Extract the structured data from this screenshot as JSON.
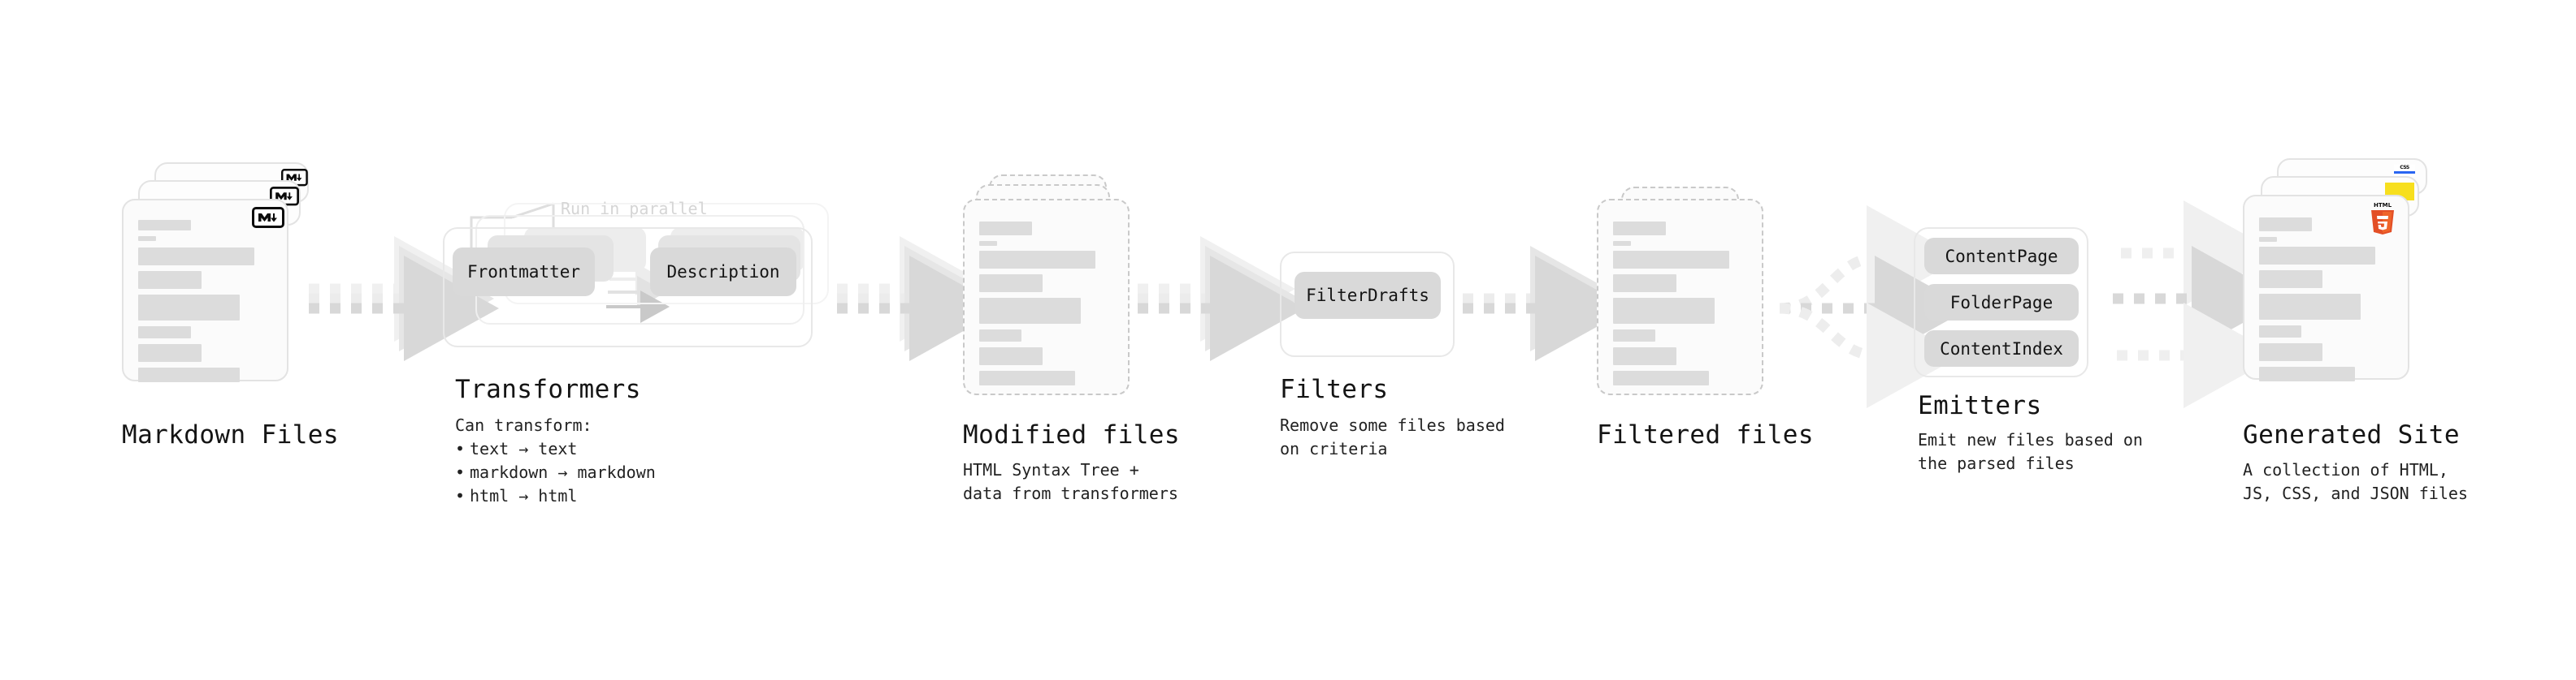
{
  "diagram": {
    "background_color": "#ffffff",
    "accent_colors": {
      "bar_gray": "#dcdcdc",
      "pill_gray": "#d9d9d9",
      "arrow_gray": "#d8d8d8",
      "card_border": "#e3e3e3",
      "dashed_border": "#c9c9c9",
      "text": "#141414",
      "muted_text": "#d5d5d5",
      "html5_orange": "#e34f26",
      "js_yellow": "#f7df1e",
      "css_blue": "#2965f1"
    }
  },
  "stages": {
    "markdown": {
      "title": "Markdown Files",
      "subtitle": "",
      "badge_icon": "markdown-icon",
      "card_count": 3
    },
    "transformers": {
      "title": "Transformers",
      "subtitle_head": "Can transform:",
      "bullets": [
        "text → text",
        "markdown → markdown",
        "html → html"
      ],
      "parallel_label": "Run in parallel",
      "pills": [
        "Frontmatter",
        "Description"
      ],
      "group_count": 3
    },
    "modified": {
      "title": "Modified files",
      "subtitle": "HTML Syntax Tree +\ndata from transformers",
      "card_count": 3
    },
    "filters": {
      "title": "Filters",
      "subtitle": "Remove some files based\non criteria",
      "pills": [
        "FilterDrafts"
      ]
    },
    "filtered": {
      "title": "Filtered files",
      "subtitle": "",
      "card_count": 2
    },
    "emitters": {
      "title": "Emitters",
      "subtitle": "Emit new files based on\nthe parsed files",
      "pills": [
        "ContentPage",
        "FolderPage",
        "ContentIndex"
      ]
    },
    "generated": {
      "title": "Generated Site",
      "subtitle": "A collection of HTML,\nJS, CSS, and JSON files",
      "badges": [
        "css3-icon",
        "javascript-icon",
        "html5-icon"
      ],
      "card_count": 3
    }
  },
  "connectors": [
    {
      "name": "arrow-markdown-to-transformers",
      "style": "dotted"
    },
    {
      "name": "arrow-transformers-to-modified",
      "style": "dotted"
    },
    {
      "name": "arrow-modified-to-filters",
      "style": "dotted"
    },
    {
      "name": "arrow-filters-to-filtered",
      "style": "dotted"
    },
    {
      "name": "arrow-filtered-to-emitters",
      "style": "dotted-fan-out"
    },
    {
      "name": "arrow-emitters-to-generated",
      "style": "dotted-fan-in"
    }
  ]
}
